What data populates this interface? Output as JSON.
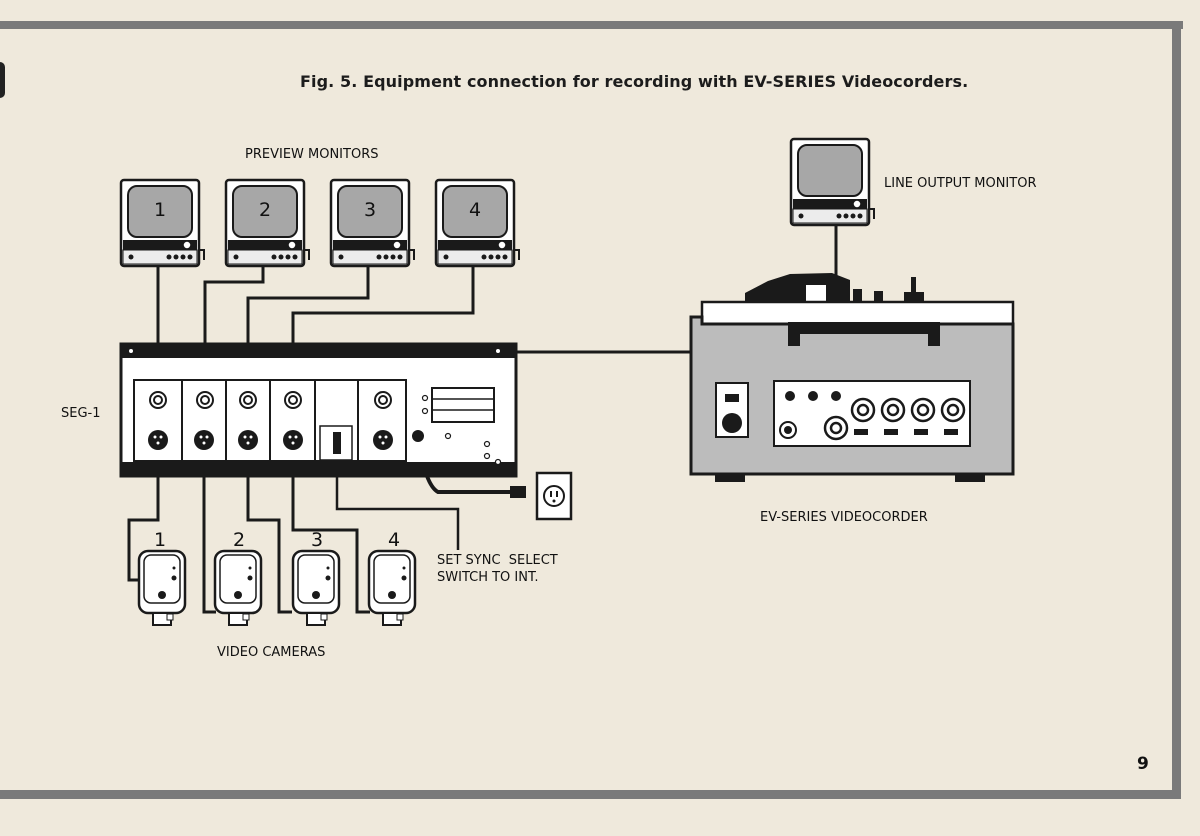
{
  "caption": "Fig. 5. Equipment connection for recording with EV-SERIES Videocorders.",
  "labels": {
    "preview_monitors": "PREVIEW MONITORS",
    "line_output_monitor": "LINE OUTPUT MONITOR",
    "seg1": "SEG-1",
    "videocorder": "EV-SERIES VIDEOCORDER",
    "video_cameras": "VIDEO CAMERAS",
    "sync_line1": "SET SYNC  SELECT",
    "sync_line2": "SWITCH TO INT."
  },
  "monitor_numbers": [
    "1",
    "2",
    "3",
    "4"
  ],
  "camera_numbers": [
    "1",
    "2",
    "3",
    "4"
  ],
  "page_number": "9",
  "colors": {
    "paper": "#efe9dc",
    "frame": "#7a7a7a",
    "ink": "#1a1a1a",
    "panel": "#e0ddd6",
    "screen": "#a7a7a7",
    "deck_body": "#bcbcbc"
  }
}
